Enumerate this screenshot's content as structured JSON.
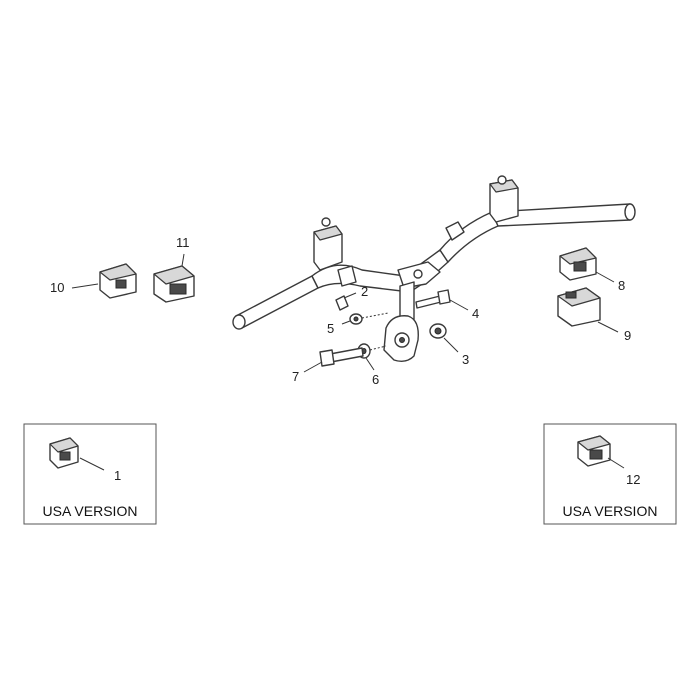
{
  "callouts": {
    "c1": "1",
    "c2": "2",
    "c3": "3",
    "c4": "4",
    "c5": "5",
    "c6": "6",
    "c7": "7",
    "c8": "8",
    "c9": "9",
    "c10": "10",
    "c11": "11",
    "c12": "12"
  },
  "insets": {
    "left_label": "USA VERSION",
    "right_label": "USA VERSION"
  }
}
